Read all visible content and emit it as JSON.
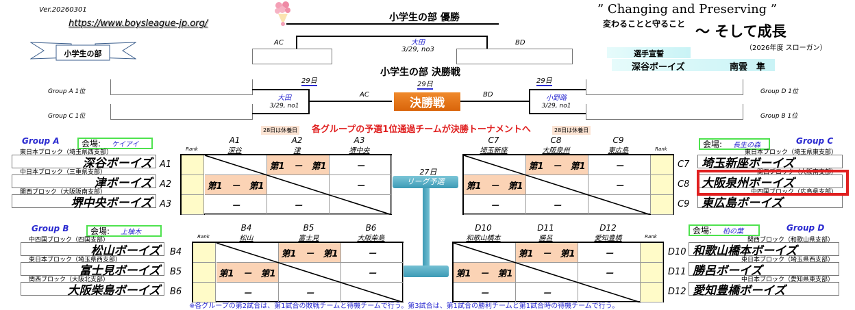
{
  "header": {
    "version": "Ver.20260301",
    "url": "https://www.boysleague-jp.org/",
    "division_ribbon": "小学生の部",
    "champion_title": "小学生の部 優勝",
    "final_title": "小学生の部 決勝戦",
    "final_button": "決勝戦"
  },
  "slogan": {
    "english": "” Changing and Preserving ”",
    "japanese": "変わることと守ること",
    "tagline": "～ そして成長",
    "note": "（2026年度 スローガン）",
    "oath_label": "選手宣誓",
    "oath_team": "深谷ボーイズ",
    "oath_player": "南雲　隼"
  },
  "bracket": {
    "final": {
      "venue": "大田",
      "date": "3/29, no3",
      "left_label": "AC",
      "right_label": "BD",
      "day": "29日"
    },
    "semi_left": {
      "venue": "大田",
      "date": "3/29, no1",
      "day": "29日",
      "label": "AC",
      "top_seed": "Group A  1位",
      "bottom_seed": "Group C  1位"
    },
    "semi_right": {
      "venue": "小野路",
      "date": "3/29, no1",
      "day": "29日",
      "label": "BD",
      "top_seed": "Group D  1位",
      "bottom_seed": "Group B  1位"
    }
  },
  "notice": "各グループの予選1位通過チームが決勝トーナメントへ",
  "rest_day": "28日は休養日",
  "league": {
    "day": "27日",
    "label": "リーグ予選"
  },
  "footnote": "※各グループの第2試合は、第1試合の敗戦チームと待機チームで行う。第3試合は、第1試合の勝利チームと第1試合時の待機チームで行う。",
  "rank_label": "Rank",
  "venue_label": "会場:",
  "groups": {
    "A": {
      "name": "Group A",
      "venue": "ケイアイ",
      "teams": [
        {
          "code": "A1",
          "short": "深谷",
          "block": "東日本ブロック（埼玉県西支部）",
          "name": "深谷ボーイズ"
        },
        {
          "code": "A2",
          "short": "津",
          "block": "中日本ブロック（三重県支部）",
          "name": "津ボーイズ"
        },
        {
          "code": "A3",
          "short": "堺中央",
          "block": "関西ブロック（大阪阪南支部）",
          "name": "堺中央ボーイズ"
        }
      ],
      "matrix": [
        [
          "",
          "第1　－　第1",
          "－"
        ],
        [
          "第1　－　第1",
          "",
          "－"
        ],
        [
          "－",
          "－",
          ""
        ]
      ]
    },
    "B": {
      "name": "Group B",
      "venue": "上柚木",
      "teams": [
        {
          "code": "B4",
          "short": "松山",
          "block": "中四国ブロック（四国支部）",
          "name": "松山ボーイズ"
        },
        {
          "code": "B5",
          "short": "富士見",
          "block": "東日本ブロック（埼玉県西支部）",
          "name": "富士見ボーイズ"
        },
        {
          "code": "B6",
          "short": "大阪柴島",
          "block": "関西ブロック（大阪北支部）",
          "name": "大阪柴島ボーイズ"
        }
      ],
      "matrix": [
        [
          "",
          "第1　－　第1",
          "－"
        ],
        [
          "第1　－　第1",
          "",
          "－"
        ],
        [
          "－",
          "－",
          ""
        ]
      ]
    },
    "C": {
      "name": "Group C",
      "venue": "長生の森",
      "teams": [
        {
          "code": "C7",
          "short": "埼玉新座",
          "block": "東日本ブロック（埼玉県東支部）",
          "name": "埼玉新座ボーイズ"
        },
        {
          "code": "C8",
          "short": "大阪泉州",
          "block": "関西ブロック（大阪南支部）",
          "name": "大阪泉州ボーイズ"
        },
        {
          "code": "C9",
          "short": "東広島",
          "block": "中四国ブロック（広島県支部）",
          "name": "東広島ボーイズ"
        }
      ],
      "matrix": [
        [
          "",
          "第1　－　第1",
          "－"
        ],
        [
          "第1　－　第1",
          "",
          "－"
        ],
        [
          "－",
          "－",
          ""
        ]
      ]
    },
    "D": {
      "name": "Group D",
      "venue": "柏の葉",
      "teams": [
        {
          "code": "D10",
          "short": "和歌山橋本",
          "block": "関西ブロック（和歌山県支部）",
          "name": "和歌山橋本ボーイズ"
        },
        {
          "code": "D11",
          "short": "勝呂",
          "block": "東日本ブロック（埼玉県西支部）",
          "name": "勝呂ボーイズ"
        },
        {
          "code": "D12",
          "short": "愛知豊橋",
          "block": "中日本ブロック（愛知県東支部）",
          "name": "愛知豊橋ボーイズ"
        }
      ],
      "matrix": [
        [
          "",
          "第1　－　第1",
          "－"
        ],
        [
          "第1　－　第1",
          "",
          "－"
        ],
        [
          "－",
          "－",
          ""
        ]
      ]
    }
  },
  "colors": {
    "accent_orange": "#e46c0a",
    "highlight_red": "#e02020",
    "link_blue": "#2a2ad0",
    "venue_green": "#4ee24e"
  }
}
